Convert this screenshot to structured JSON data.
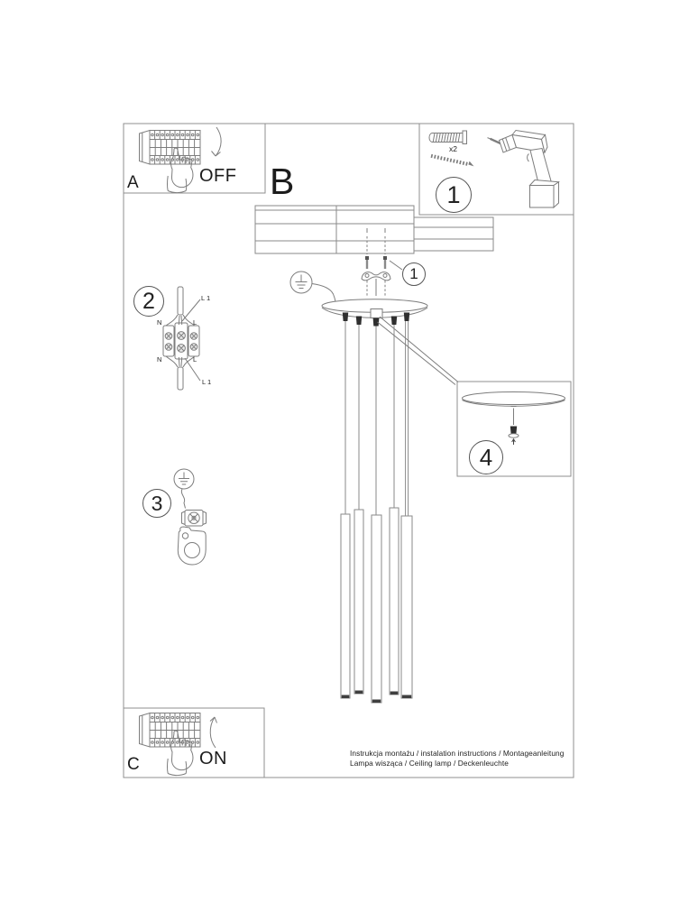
{
  "labels": {
    "panel_a": "A",
    "panel_b": "B",
    "panel_c": "C",
    "off": "OFF",
    "on": "ON",
    "quantity": "x2"
  },
  "steps": {
    "s1": "1",
    "s2": "2",
    "s3": "3",
    "s4": "4"
  },
  "wiring": {
    "l1_top": "L 1",
    "n_top": "N",
    "l_top": "L",
    "n_bottom": "N",
    "l_bottom": "L",
    "l1_bottom": "L 1"
  },
  "footer": {
    "line1": "Instrukcja montażu / instalation instructions / Montageanleitung",
    "line2": "Lampa wisząca / Ceiling lamp / Deckenleuchte"
  },
  "illustrations": [
    "circuit-breaker-panel-icon",
    "pointing-hand-icon",
    "curved-arrow-down-icon",
    "curved-arrow-up-icon",
    "wall-anchor-icon",
    "mounting-screw-icon",
    "power-drill-icon",
    "earth-ground-icon",
    "terminal-block-icon",
    "ground-clamp-icon",
    "ceiling-planks",
    "mounting-strap",
    "ceiling-canopy",
    "cable-gland",
    "pendant-tube",
    "canopy-underside-detail"
  ],
  "colors": {
    "line": "#7d7d7d",
    "border": "#8f8f8f",
    "text": "#1c1c1c",
    "dark": "#333333",
    "background": "#ffffff"
  }
}
